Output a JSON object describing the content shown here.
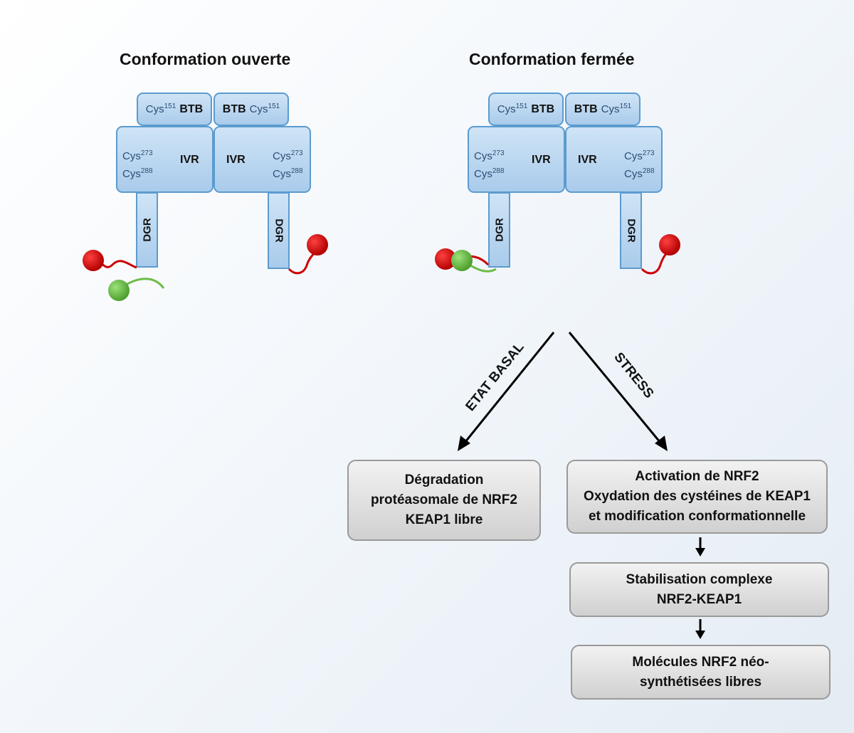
{
  "titles": {
    "open": "Conformation ouverte",
    "closed": "Conformation fermée"
  },
  "domains": {
    "btb": "BTB",
    "ivr": "IVR",
    "dgr": "DGR",
    "cys_prefix": "Cys",
    "cys151": "151",
    "cys273": "273",
    "cys288": "288"
  },
  "arrows": {
    "basal": "ETAT BASAL",
    "stress": "STRESS"
  },
  "boxes": {
    "degradation": [
      "Dégradation",
      "protéasomale de NRF2",
      "KEAP1 libre"
    ],
    "activation": [
      "Activation de NRF2",
      "Oxydation des cystéines de KEAP1",
      "et modification conformationnelle"
    ],
    "stabilisation": [
      "Stabilisation complexe",
      "NRF2-KEAP1"
    ],
    "molecules": [
      "Molécules NRF2 néo-",
      "synthétisées libres"
    ]
  },
  "colors": {
    "keap1_fill": "#b8d6f1",
    "keap1_border": "#5c9bcf",
    "nrf2_red": "#cc0000",
    "nrf2_green": "#6dbb45",
    "box_fill": "#dcdcdc"
  }
}
